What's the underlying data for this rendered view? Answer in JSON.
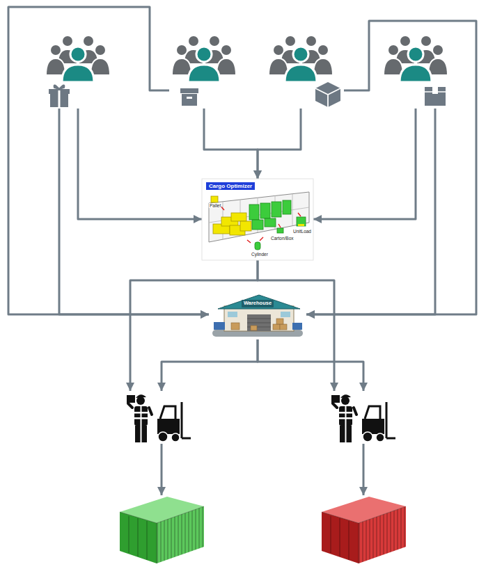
{
  "diagram": {
    "nodes": [
      {
        "text": []
      },
      {
        "text": []
      },
      {
        "text": []
      },
      {
        "text": []
      },
      {
        "text": [
          "Cargo Optimizer",
          "Pallet",
          "Carton/Box",
          "Cylinder",
          "UnitLoad"
        ]
      },
      {
        "text": [
          "Warehouse"
        ]
      },
      {
        "text": []
      },
      {
        "text": []
      },
      {
        "text": []
      },
      {
        "text": []
      }
    ],
    "edges": [
      {
        "from": 0,
        "to": 4,
        "arrow": "to"
      },
      {
        "from": 0,
        "to": 5,
        "arrow": "to"
      },
      {
        "from": 1,
        "to": 4,
        "arrow": "to"
      },
      {
        "from": 1,
        "to": 5,
        "arrow": "to"
      },
      {
        "from": 2,
        "to": 4,
        "arrow": "to"
      },
      {
        "from": 2,
        "to": 5,
        "arrow": "to"
      },
      {
        "from": 3,
        "to": 4,
        "arrow": "to"
      },
      {
        "from": 3,
        "to": 5,
        "arrow": "to"
      },
      {
        "from": 4,
        "to": 6,
        "arrow": "to"
      },
      {
        "from": 4,
        "to": 7,
        "arrow": "to"
      },
      {
        "from": 5,
        "to": 6,
        "arrow": "to"
      },
      {
        "from": 5,
        "to": 7,
        "arrow": "to"
      },
      {
        "from": 6,
        "to": 8,
        "arrow": "to"
      },
      {
        "from": 7,
        "to": 9,
        "arrow": "to"
      }
    ]
  }
}
